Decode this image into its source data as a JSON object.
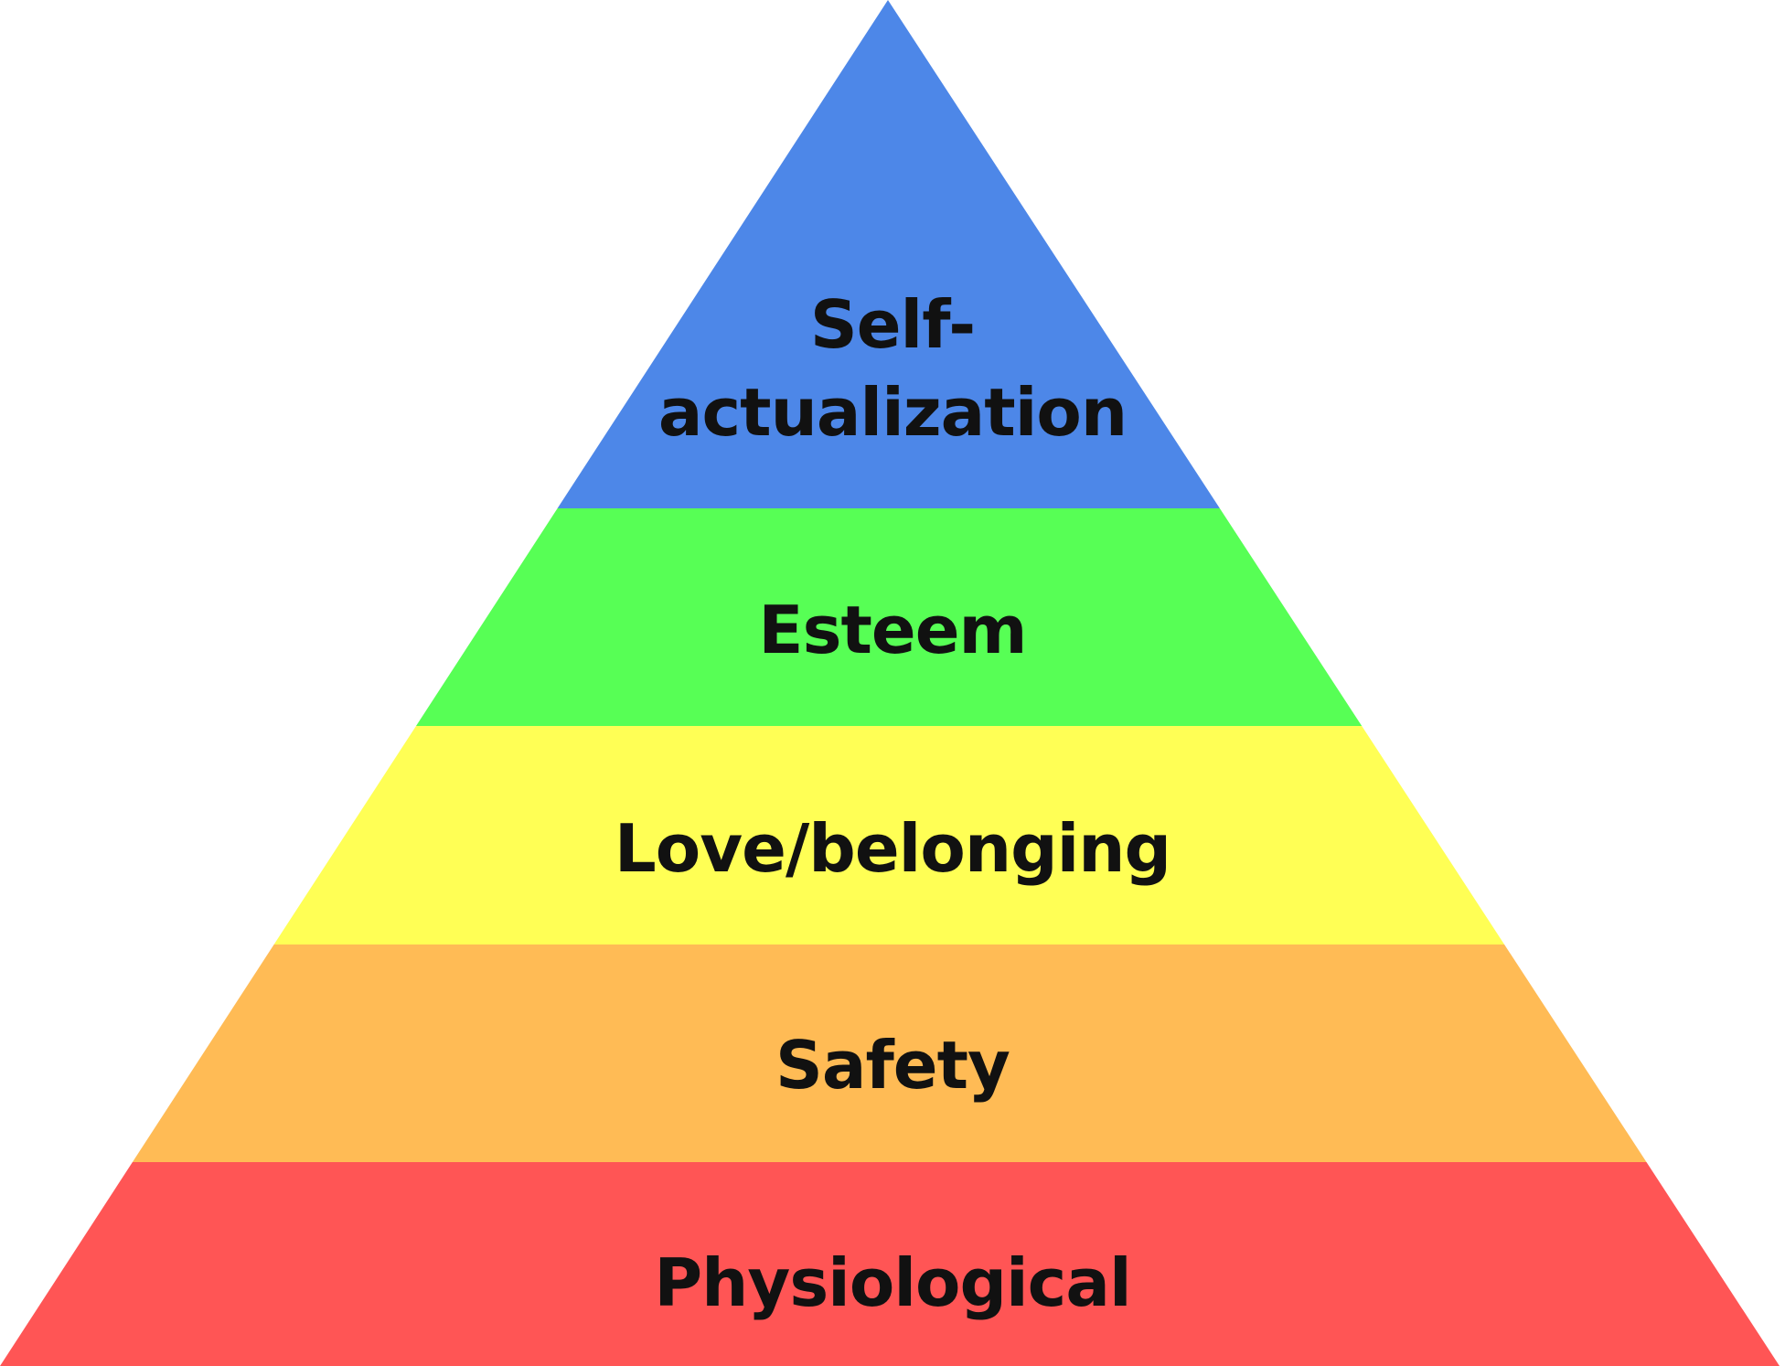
{
  "diagram": {
    "type": "pyramid",
    "levels": [
      {
        "label_lines": [
          "Self-",
          "actualization"
        ],
        "color": "#4d87e8"
      },
      {
        "label_lines": [
          "Esteem"
        ],
        "color": "#57ff55"
      },
      {
        "label_lines": [
          "Love/belonging"
        ],
        "color": "#ffff55"
      },
      {
        "label_lines": [
          "Safety"
        ],
        "color": "#ffbb55"
      },
      {
        "label_lines": [
          "Physiological"
        ],
        "color": "#ff5555"
      }
    ]
  }
}
